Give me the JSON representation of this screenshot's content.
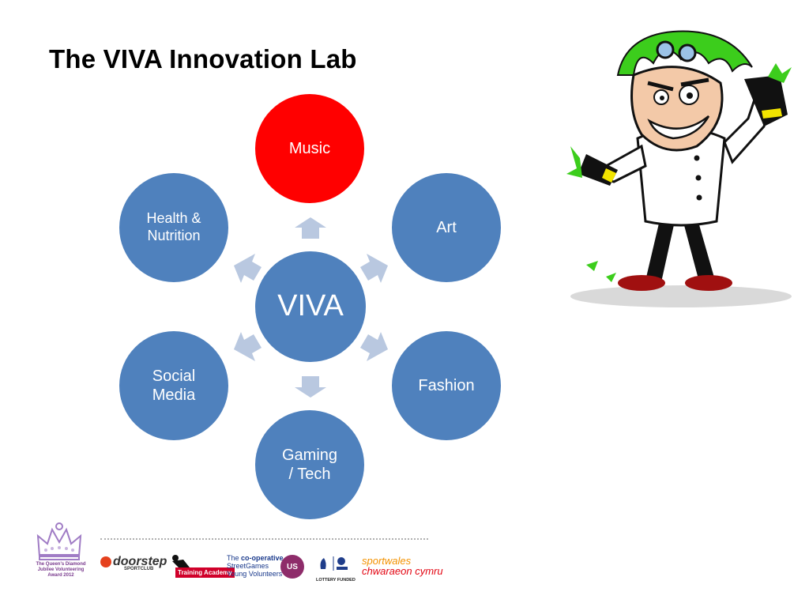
{
  "title": "The VIVA Innovation Lab",
  "diagram": {
    "center": "VIVA",
    "nodes": {
      "music": "Music",
      "art": "Art",
      "fashion": "Fashion",
      "gaming_line1": "Gaming",
      "gaming_line2": "/ Tech",
      "social_line1": "Social",
      "social_line2": "Media",
      "health_line1": "Health &",
      "health_line2": "Nutrition"
    },
    "colors": {
      "node": "#4f81bd",
      "highlight": "#ff0000",
      "arrow": "#b9c8e0"
    }
  },
  "footer": {
    "crown_caption": "The Queen's Diamond Jubilee Volunteering Award 2012",
    "doorstep": "doorstep",
    "doorstep_sub": "SPORTCLUB",
    "training": "Training Academy",
    "coop_line1_pre": "The",
    "coop_line1_bold": "co-operative",
    "coop_line2": "StreetGames",
    "coop_line3": "Young Volunteers",
    "ws": "US",
    "lottery_caption": "LOTTERY FUNDED",
    "sportwales_line1": "sportwales",
    "sportwales_line2": "chwaraeon cymru"
  },
  "image": {
    "name": "mad-scientist-cartoon"
  }
}
